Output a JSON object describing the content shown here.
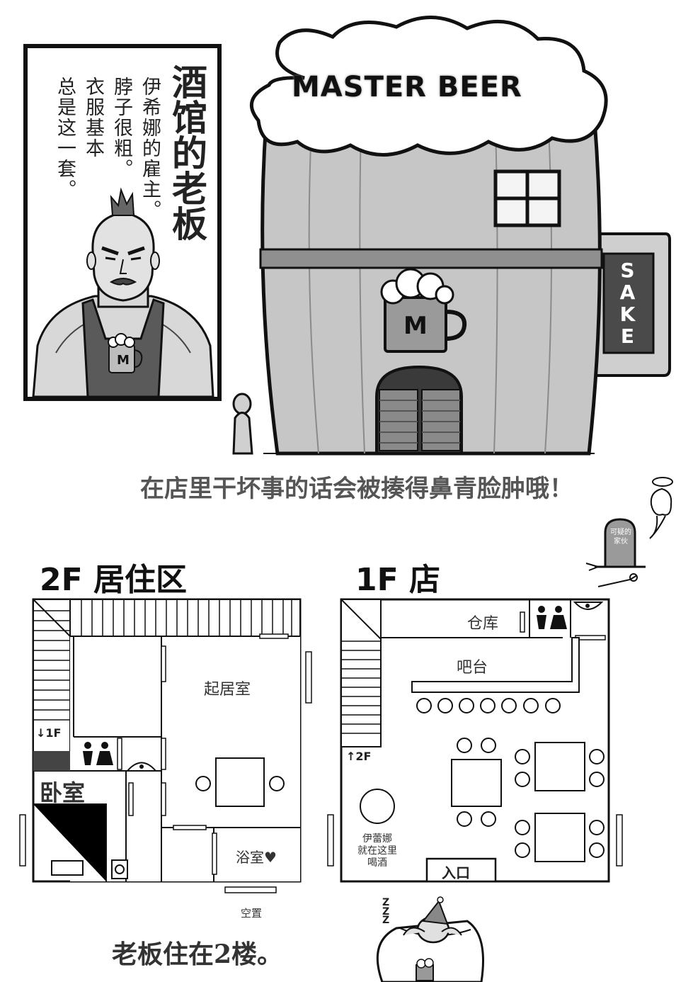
{
  "boss_box": {
    "title": "酒馆的老板",
    "lines": [
      "伊希娜的雇主。",
      "脖子很粗。",
      "衣服基本",
      "总是这一套。"
    ]
  },
  "building": {
    "sign": "MASTER BEER",
    "side_sign": "SAKE",
    "mug_letter": "M"
  },
  "caption_top": "在店里干坏事的话会被揍得鼻青脸肿哦！",
  "gravestone": "可疑的家伙",
  "floor2": {
    "title": "2F 居住区",
    "rooms": {
      "living": "起居室",
      "bedroom": "卧室",
      "bath": "浴室♥",
      "stairs": "↓1F"
    },
    "vacant": "空置"
  },
  "floor1": {
    "title": "1F 店",
    "rooms": {
      "storage": "仓库",
      "bar": "吧台",
      "stairs": "↑2F",
      "entrance": "入口"
    },
    "note": [
      "伊蕾娜",
      "就在这里",
      "喝酒"
    ]
  },
  "caption_bottom": "老板住在2楼。",
  "sleep": "ZZZ",
  "colors": {
    "ink": "#111111",
    "gray": "#9a9a9a",
    "light": "#cfcfcf"
  }
}
